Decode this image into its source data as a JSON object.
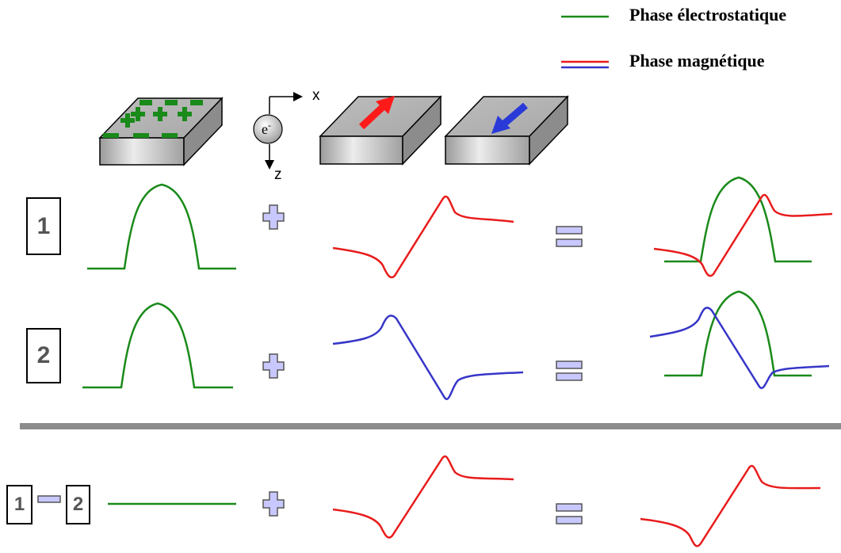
{
  "legend": {
    "electrostatic_label": "Phase électrostatique",
    "magnetic_label": "Phase magnétique",
    "electrostatic_color": "#1a8a1a",
    "magnetic_color_1": "#e81c1c",
    "magnetic_color_2": "#3636c8"
  },
  "axes": {
    "x_label": "x",
    "z_label": "z"
  },
  "electron": {
    "symbol": "e",
    "charge": "-"
  },
  "rows": {
    "row1": {
      "label": "1"
    },
    "row2": {
      "label": "2"
    },
    "row3": {
      "label_a": "1",
      "label_b": "2"
    }
  },
  "operators": {
    "plus_color": "#c8c8ff",
    "equals_color": "#c8c8ff"
  },
  "colors": {
    "arrow_up": "#ff1a1a",
    "arrow_down": "#2a3ad8",
    "separator": "#8c8c8c"
  }
}
